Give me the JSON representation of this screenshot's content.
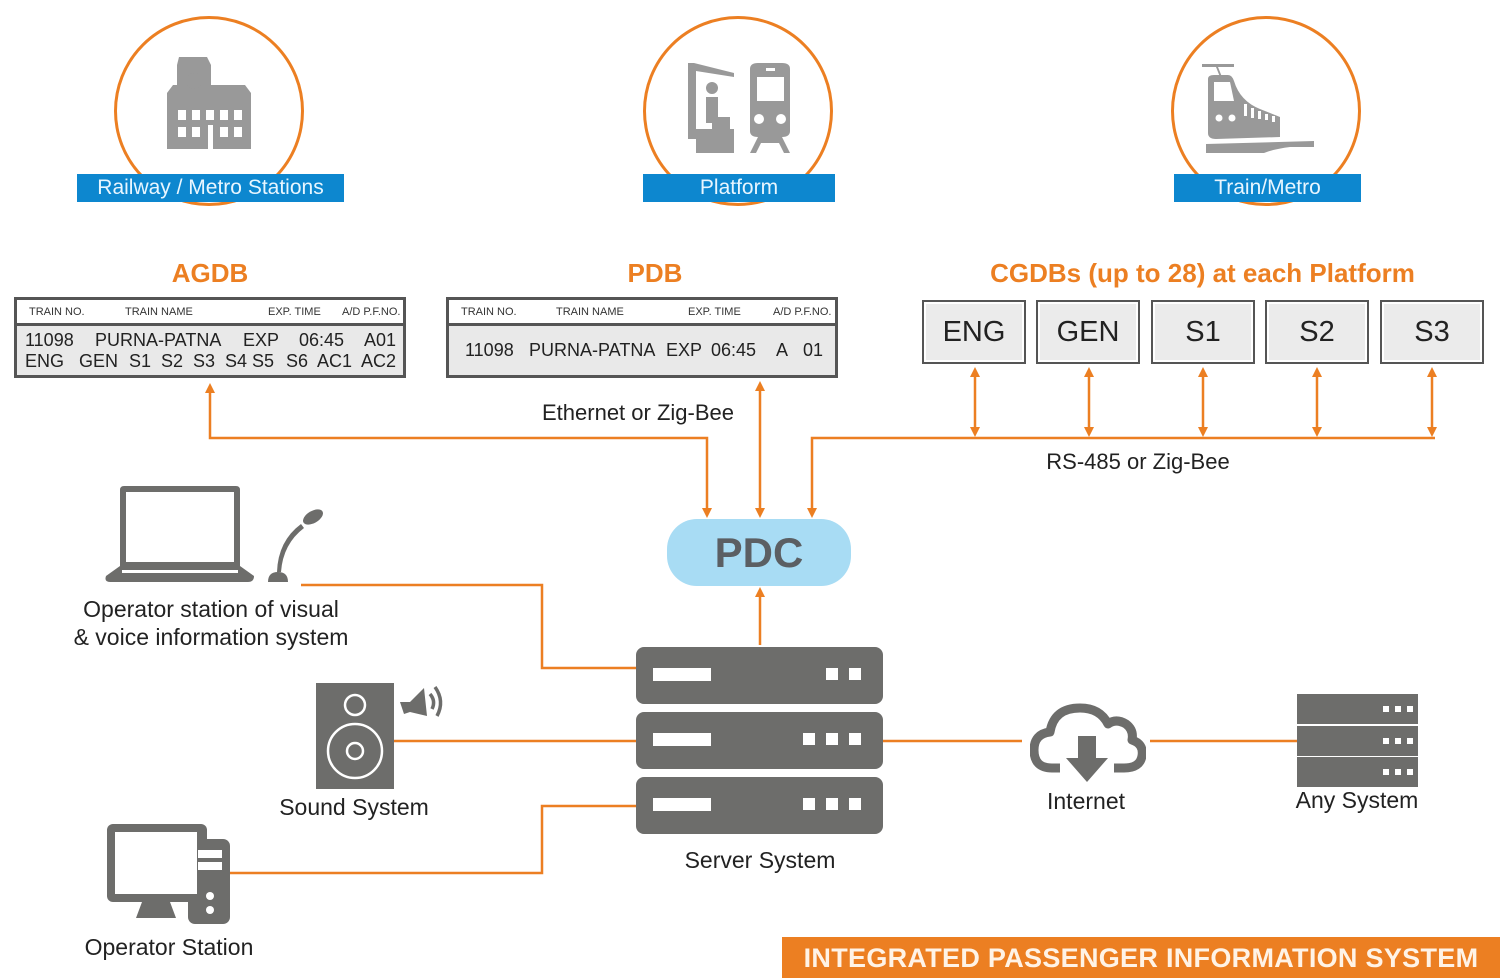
{
  "title_banner": "INTEGRATED PASSENGER INFORMATION SYSTEM",
  "colors": {
    "accent_orange": "#ec7f22",
    "ribbon_blue": "#0d87cf",
    "icon_gray": "#6d6d6b",
    "pdc_blue": "#a8dcf4"
  },
  "top_icons": [
    {
      "icon": "station-building-icon",
      "label": "Railway / Metro Stations"
    },
    {
      "icon": "platform-train-icon",
      "label": "Platform"
    },
    {
      "icon": "train-icon",
      "label": "Train/Metro"
    }
  ],
  "agdb": {
    "title": "AGDB",
    "headers": [
      "TRAIN NO.",
      "TRAIN NAME",
      "EXP. TIME",
      "A/D P.F.NO."
    ],
    "row1": [
      "11098",
      "PURNA-PATNA",
      "EXP",
      "06:45",
      "A01"
    ],
    "row2": [
      "ENG",
      "GEN",
      "S1",
      "S2",
      "S3",
      "S4 S5",
      "S6",
      "AC1",
      "AC2"
    ]
  },
  "pdb": {
    "title": "PDB",
    "headers": [
      "TRAIN NO.",
      "TRAIN NAME",
      "EXP. TIME",
      "A/D P.F.NO."
    ],
    "row": [
      "11098",
      "PURNA-PATNA",
      "EXP",
      "06:45",
      "A",
      "01"
    ]
  },
  "cgdb": {
    "title": "CGDBs (up to 28) at each Platform",
    "coaches": [
      "ENG",
      "GEN",
      "S1",
      "S2",
      "S3"
    ]
  },
  "links": {
    "ethernet": "Ethernet or Zig-Bee",
    "rs485": "RS-485 or Zig-Bee"
  },
  "pdc": {
    "label": "PDC"
  },
  "nodes": {
    "operator_visual": "Operator station of visual\n& voice information system",
    "sound": "Sound System",
    "operator": "Operator Station",
    "server": "Server System",
    "internet": "Internet",
    "any_system": "Any System"
  }
}
